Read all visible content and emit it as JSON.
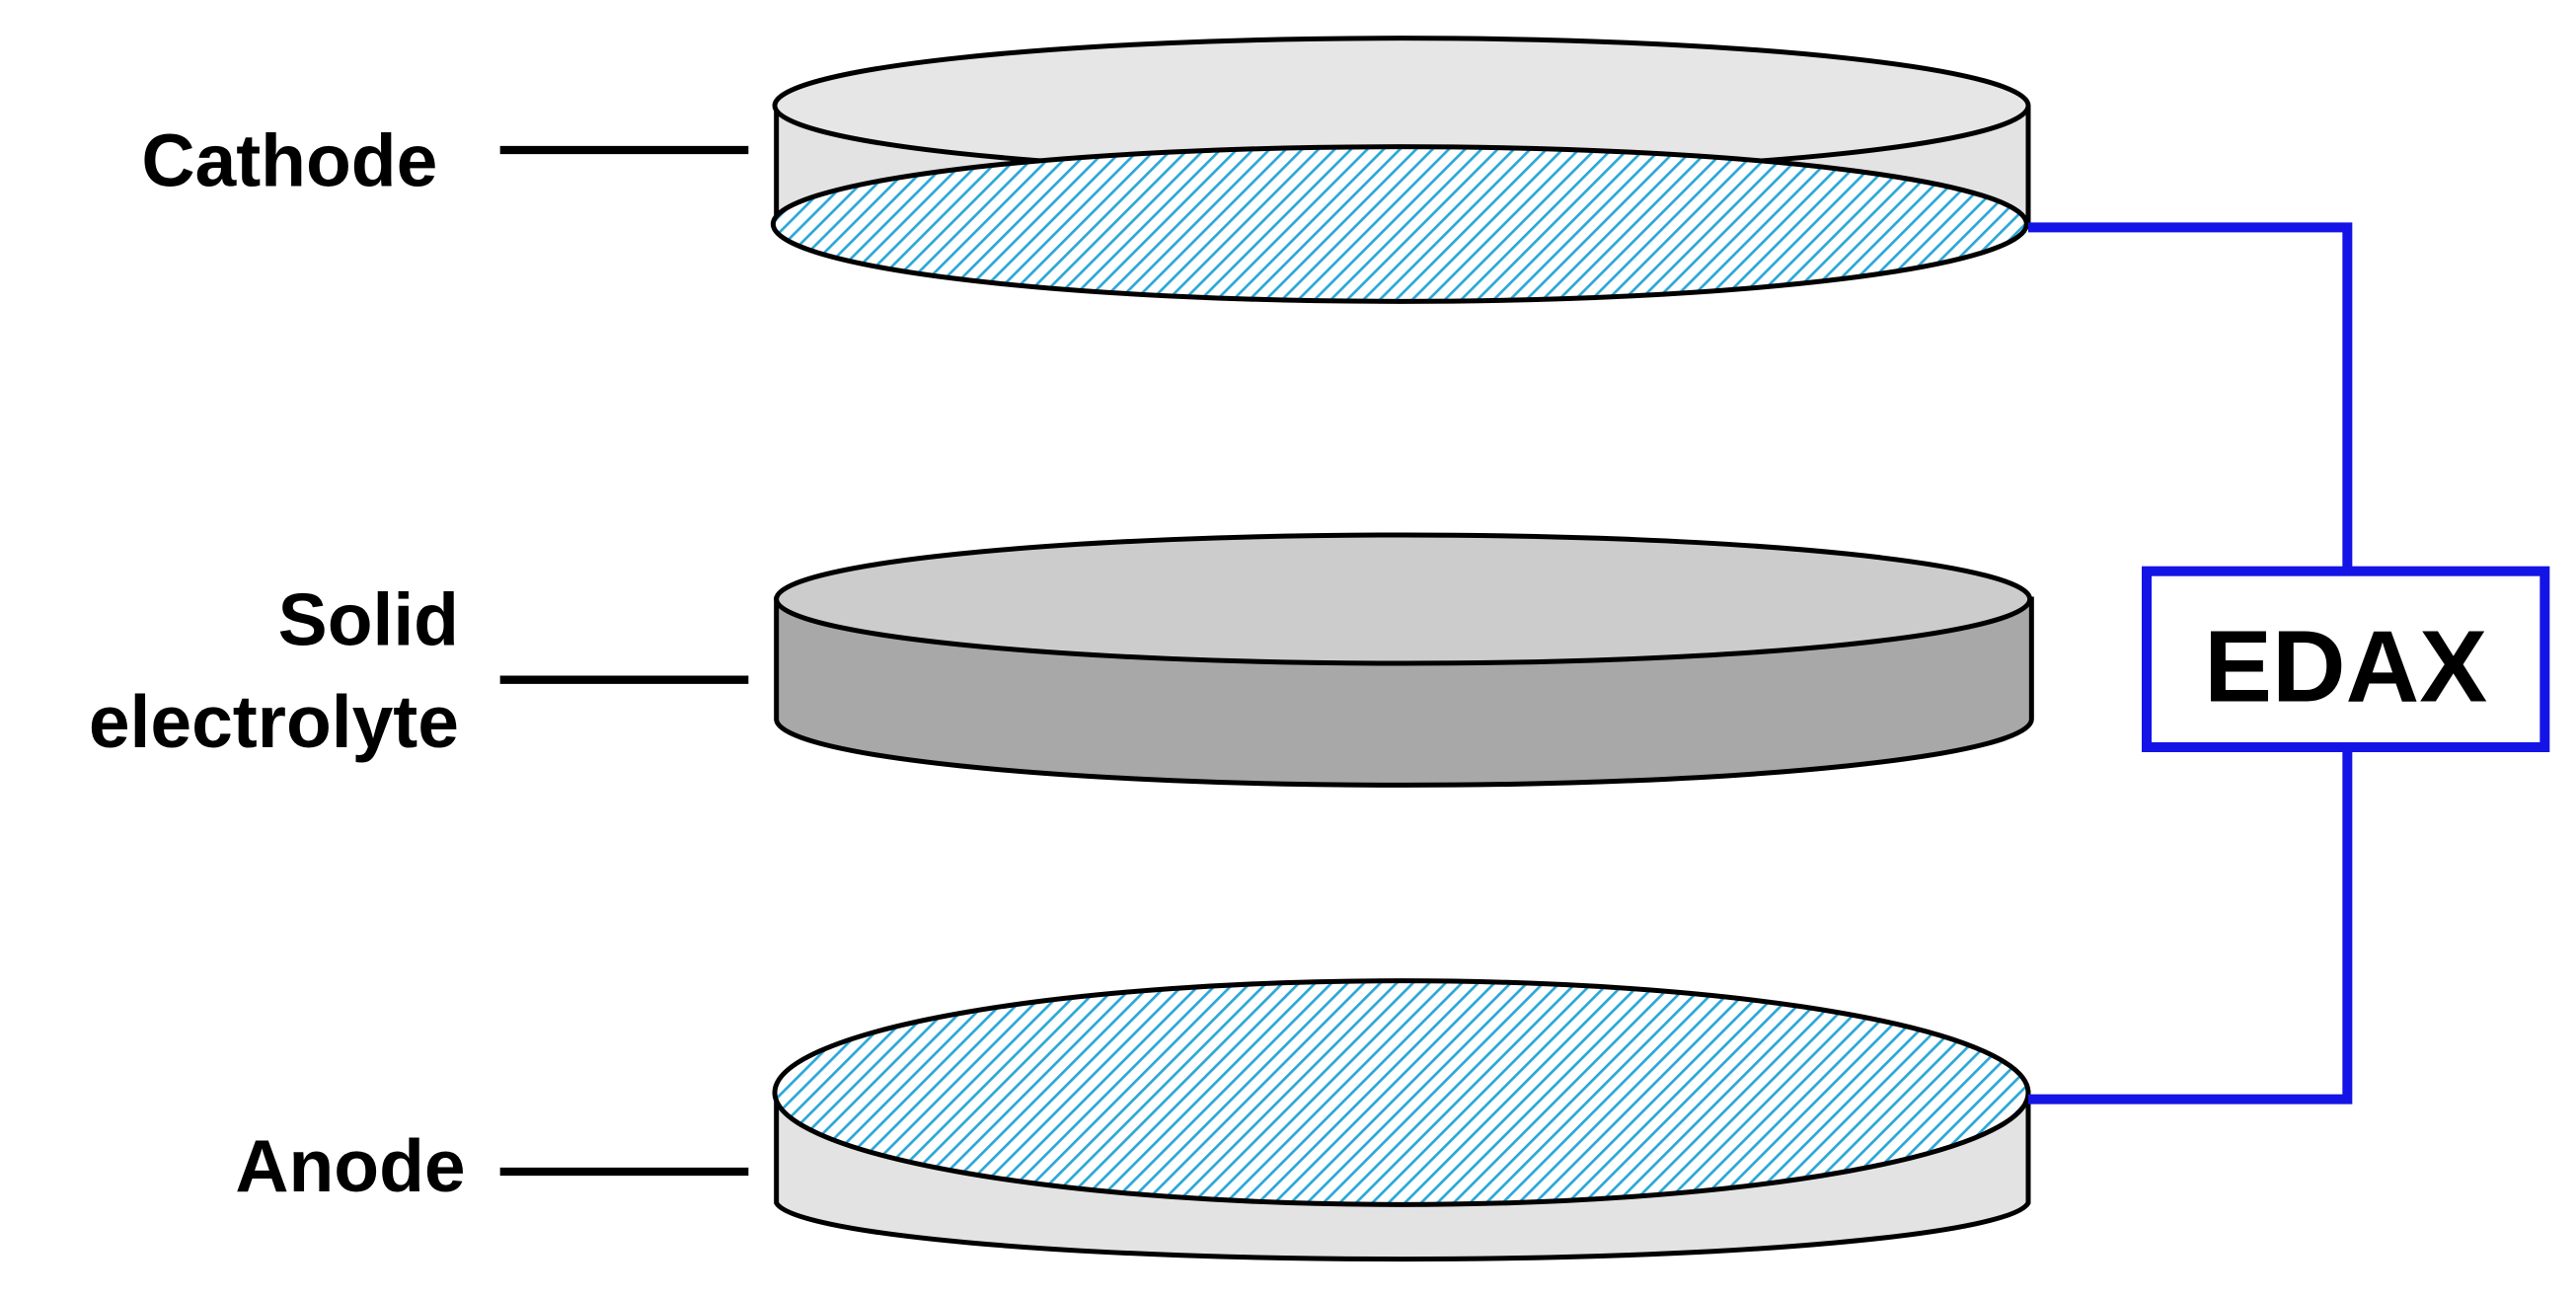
{
  "labels": {
    "cathode": "Cathode",
    "solid_line1": "Solid",
    "solid_line2": "electrolyte",
    "anode": "Anode",
    "edax": "EDAX"
  },
  "colors": {
    "wire": "#1414e6",
    "hatch": "#2aa7d8",
    "disk_light": "#e3e3e3",
    "electrolyte_top": "#cccccc",
    "electrolyte_side": "#a8a8a8",
    "outline": "#000000"
  },
  "icons": {
    "disk": "flat-cylinder-disk",
    "hatched_surface": "diagonal-hatch-ellipse"
  }
}
